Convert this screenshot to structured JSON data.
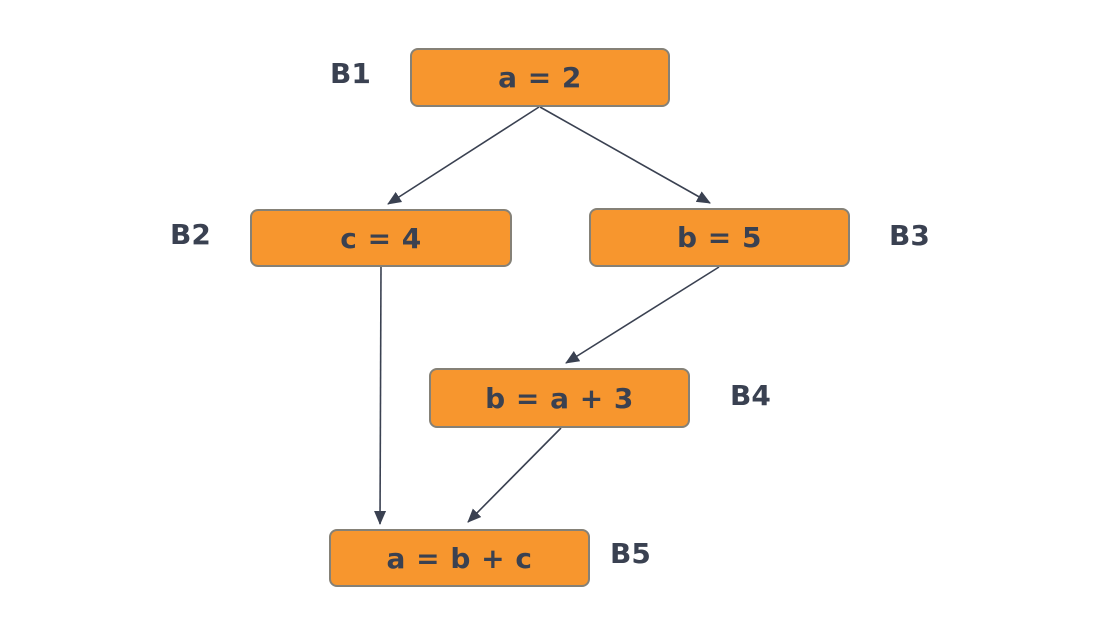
{
  "diagram": {
    "kind": "control-flow-graph",
    "colors": {
      "background": "#FFFFFF",
      "node_fill": "#F7962E",
      "node_border": "#858177",
      "text": "#3A4151",
      "arrow": "#3A4151"
    },
    "nodes": [
      {
        "id": "B1",
        "label": "B1",
        "code": "a = 2"
      },
      {
        "id": "B2",
        "label": "B2",
        "code": "c = 4"
      },
      {
        "id": "B3",
        "label": "B3",
        "code": "b = 5"
      },
      {
        "id": "B4",
        "label": "B4",
        "code": "b = a + 3"
      },
      {
        "id": "B5",
        "label": "B5",
        "code": "a = b + c"
      }
    ],
    "edges": [
      {
        "from": "B1",
        "to": "B2"
      },
      {
        "from": "B1",
        "to": "B3"
      },
      {
        "from": "B2",
        "to": "B5"
      },
      {
        "from": "B3",
        "to": "B4"
      },
      {
        "from": "B4",
        "to": "B5"
      }
    ]
  }
}
